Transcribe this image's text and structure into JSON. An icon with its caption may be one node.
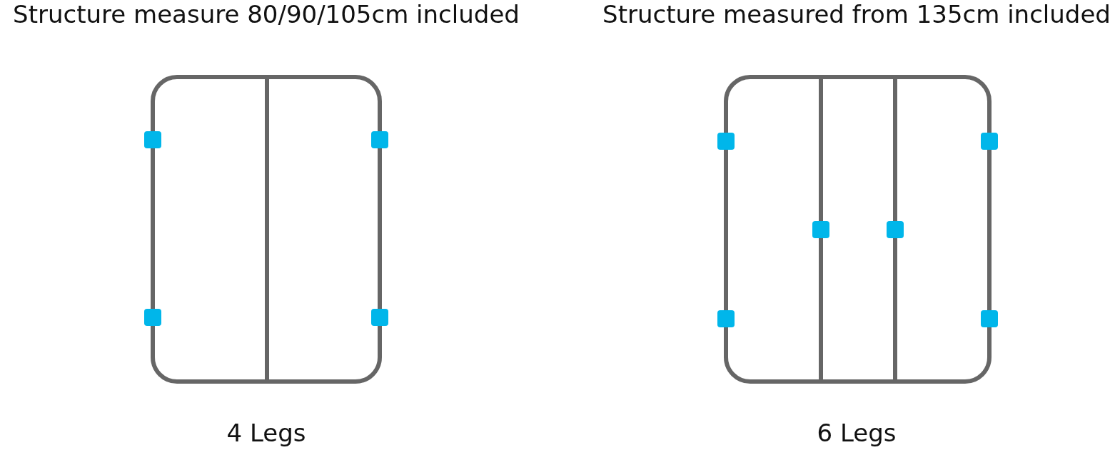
{
  "diagram": {
    "labels": [
      "Structure measure 80/90/105cm included",
      "Structure measured from 135cm included",
      "4 Legs",
      "6 Legs"
    ]
  }
}
